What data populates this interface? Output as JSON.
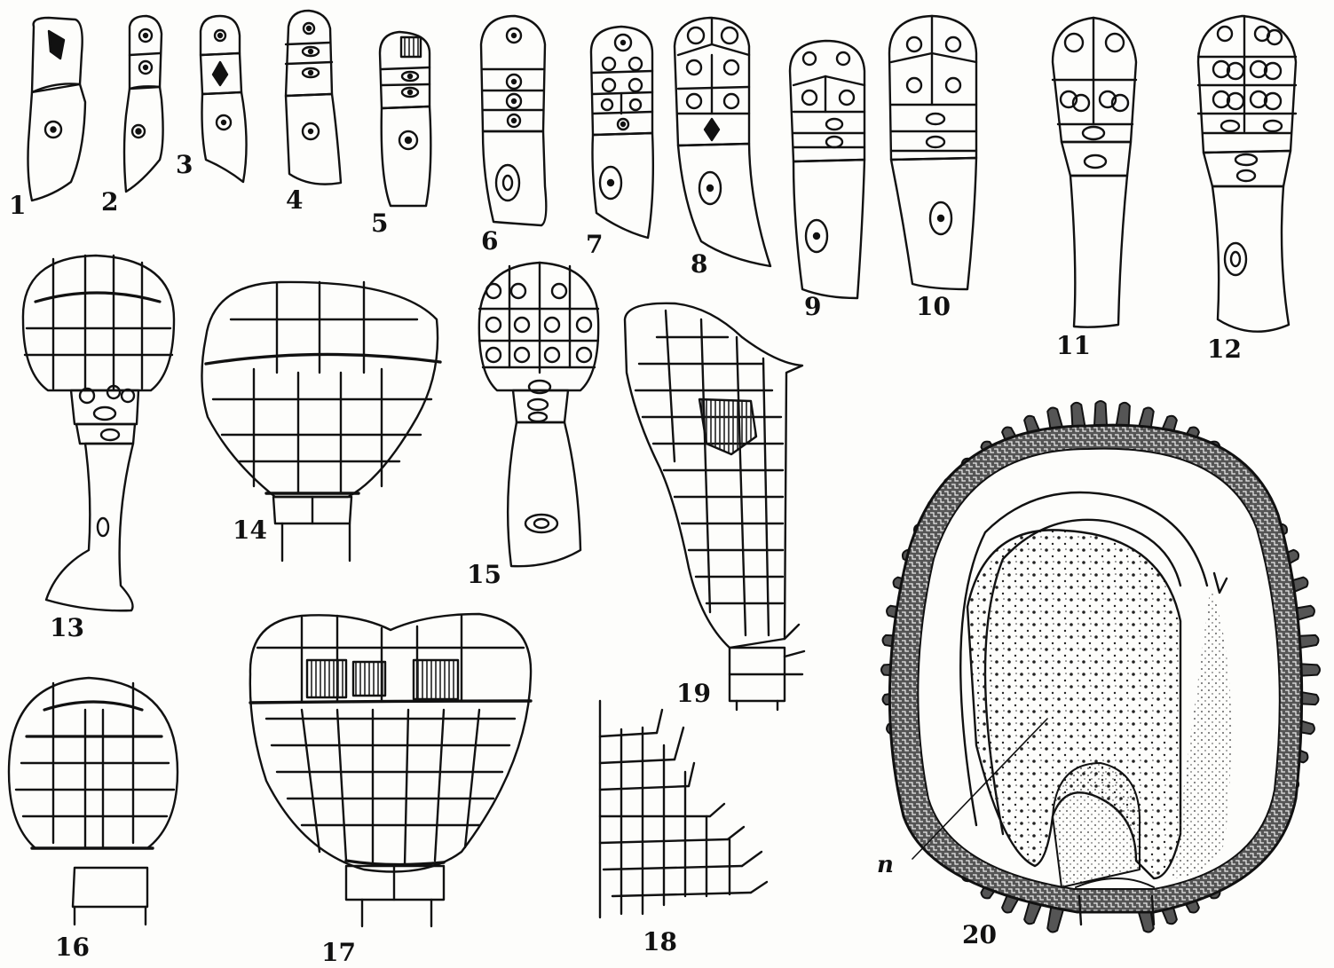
{
  "plate": {
    "ink_color": "#111111",
    "paper_color": "#fdfdfb",
    "hatch_color": "#222222"
  },
  "figure_labels": [
    "1",
    "2",
    "3",
    "4",
    "5",
    "6",
    "7",
    "8",
    "9",
    "10",
    "11",
    "12",
    "13",
    "14",
    "15",
    "16",
    "17",
    "18",
    "19",
    "20"
  ],
  "annotation": {
    "n_label": "n"
  }
}
